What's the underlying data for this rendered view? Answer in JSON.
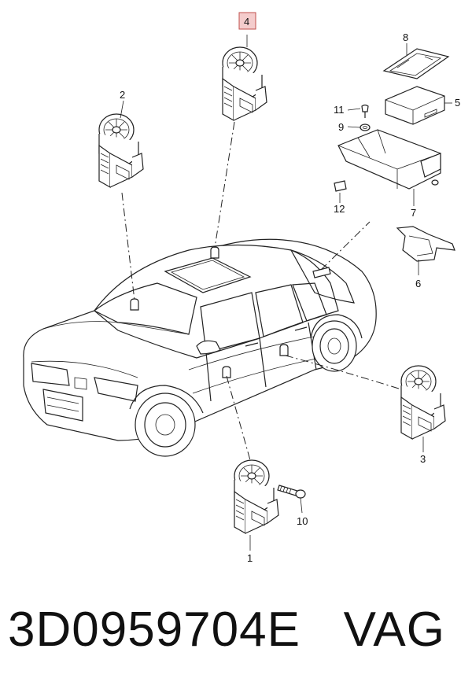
{
  "callouts": {
    "c1": "1",
    "c2": "2",
    "c3": "3",
    "c4": "4",
    "c5": "5",
    "c6": "6",
    "c7": "7",
    "c8": "8",
    "c9": "9",
    "c10": "10",
    "c11": "11",
    "c12": "12"
  },
  "highlight": {
    "box_color": "#f4cccc",
    "box_border": "#c0504d"
  },
  "footer": {
    "part_number": "3D0959704E",
    "brand": "VAG"
  }
}
